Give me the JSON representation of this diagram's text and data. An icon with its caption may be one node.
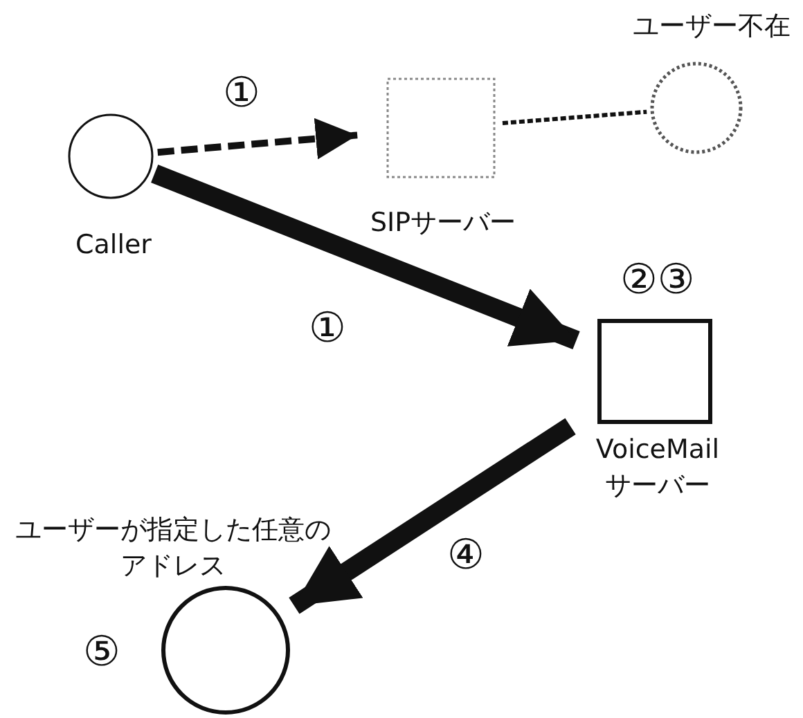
{
  "diagram": {
    "nodes": [
      {
        "text": [
          "Caller"
        ]
      },
      {
        "text": [
          "SIPサーバー"
        ]
      },
      {
        "text": [
          "ユーザー不在"
        ]
      },
      {
        "text": [
          "VoiceMail サーバー"
        ],
        "beside": [
          "②③"
        ]
      },
      {
        "text": [
          "ユーザーが指定した任意のアドレス"
        ],
        "beside": [
          "⑤"
        ]
      }
    ],
    "edges": [
      {
        "from": 0,
        "to": 1,
        "arrow": "to",
        "label": "①",
        "style": "dashed"
      },
      {
        "from": 1,
        "to": 2,
        "arrow": "none",
        "style": "dashed"
      },
      {
        "from": 0,
        "to": 3,
        "arrow": "to",
        "label": "①",
        "style": "thick"
      },
      {
        "from": 3,
        "to": 4,
        "arrow": "to",
        "label": "④",
        "style": "thick"
      }
    ]
  }
}
